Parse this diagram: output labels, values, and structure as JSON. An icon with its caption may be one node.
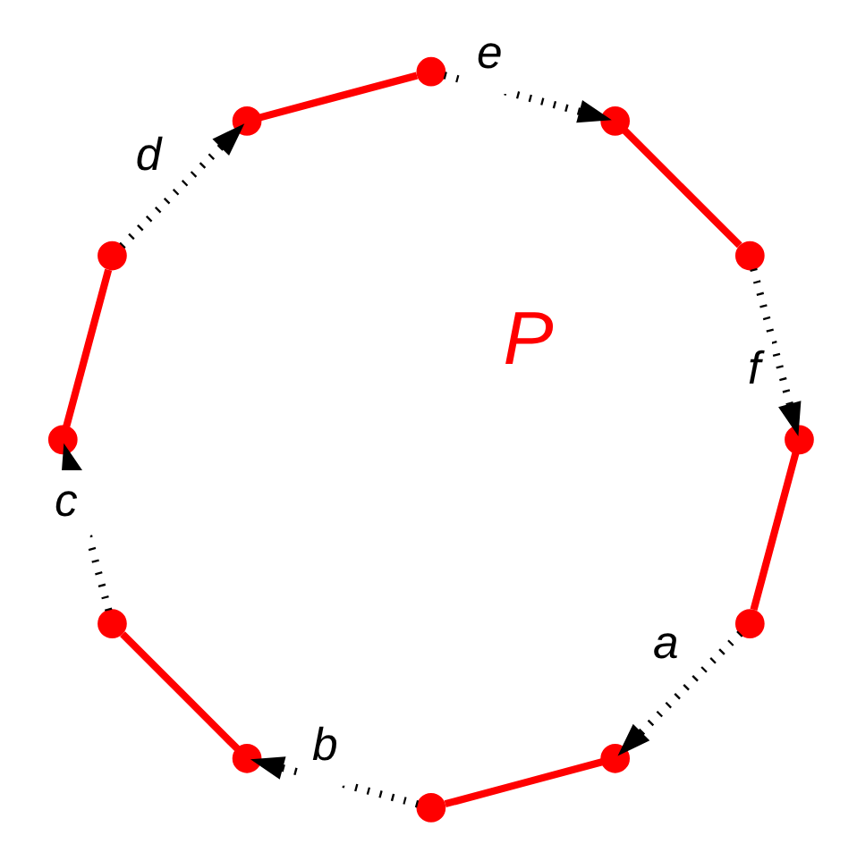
{
  "diagram": {
    "nodes": [
      {
        "text": [],
        "shape": "circle"
      },
      {
        "text": [],
        "shape": "circle"
      },
      {
        "text": [],
        "shape": "circle"
      },
      {
        "text": [],
        "shape": "circle"
      },
      {
        "text": [],
        "shape": "circle"
      },
      {
        "text": [],
        "shape": "circle"
      },
      {
        "text": [],
        "shape": "circle"
      },
      {
        "text": [],
        "shape": "circle"
      },
      {
        "text": [],
        "shape": "circle"
      },
      {
        "text": [],
        "shape": "circle"
      },
      {
        "text": [],
        "shape": "circle"
      },
      {
        "text": [],
        "shape": "circle"
      }
    ],
    "edges": [
      {
        "from": 0,
        "to": 1,
        "arrow": "to",
        "label": "a",
        "style": "dashed",
        "color": "#000000"
      },
      {
        "from": 1,
        "to": 2,
        "arrow": "none",
        "color": "#ff0000"
      },
      {
        "from": 2,
        "to": 3,
        "arrow": "to",
        "label": "b",
        "style": "dashed",
        "color": "#000000"
      },
      {
        "from": 3,
        "to": 4,
        "arrow": "none",
        "color": "#ff0000"
      },
      {
        "from": 4,
        "to": 5,
        "arrow": "to",
        "label": "c",
        "style": "dashed",
        "color": "#000000"
      },
      {
        "from": 5,
        "to": 6,
        "arrow": "none",
        "color": "#ff0000"
      },
      {
        "from": 6,
        "to": 7,
        "arrow": "to",
        "label": "d",
        "style": "dashed",
        "color": "#000000"
      },
      {
        "from": 7,
        "to": 8,
        "arrow": "none",
        "color": "#ff0000"
      },
      {
        "from": 8,
        "to": 9,
        "arrow": "to",
        "label": "e",
        "style": "dashed",
        "color": "#000000"
      },
      {
        "from": 9,
        "to": 10,
        "arrow": "none",
        "color": "#ff0000"
      },
      {
        "from": 10,
        "to": 11,
        "arrow": "to",
        "label": "f",
        "style": "dashed",
        "color": "#000000"
      },
      {
        "from": 11,
        "to": 0,
        "arrow": "none",
        "color": "#ff0000"
      }
    ],
    "labels": [
      "P"
    ]
  }
}
